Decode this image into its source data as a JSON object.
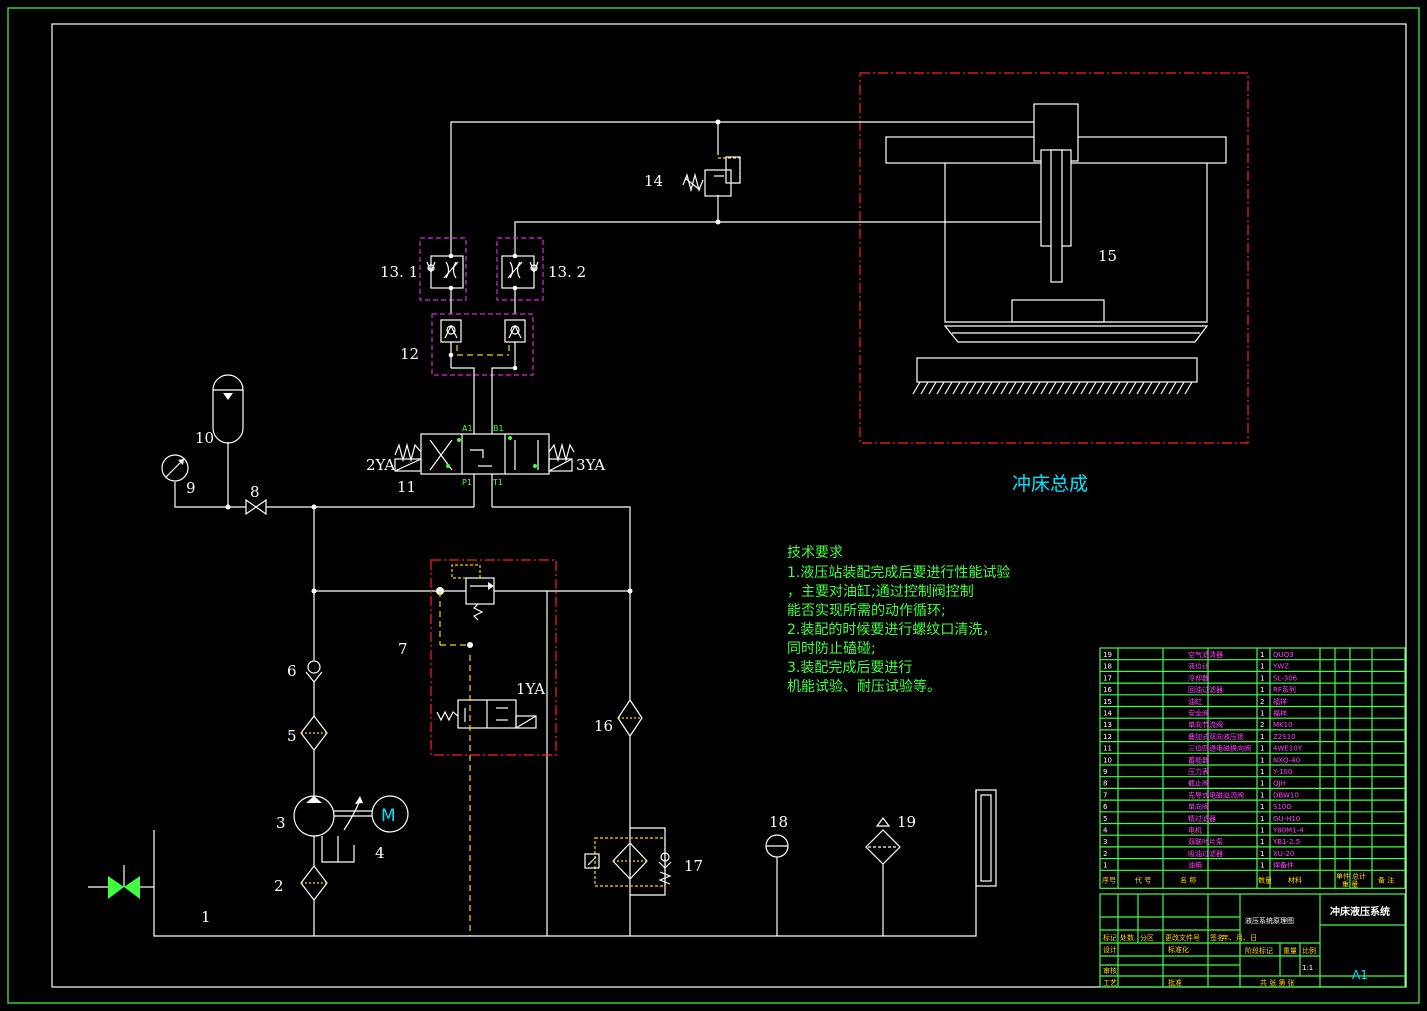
{
  "labels": {
    "c1": "1",
    "c2": "2",
    "c3": "3",
    "c4": "4",
    "c5": "5",
    "c6": "6",
    "c7": "7",
    "c8": "8",
    "c9": "9",
    "c10": "10",
    "c11": "11",
    "c12": "12",
    "c13_1": "13. 1",
    "c13_2": "13. 2",
    "c14": "14",
    "c15": "15",
    "c16": "16",
    "c17": "17",
    "c18": "18",
    "c19": "19",
    "ya1": "1YA",
    "ya2": "2YA",
    "ya3": "3YA",
    "portA": "A1",
    "portB": "B1",
    "portP": "P1",
    "portT": "T1",
    "motor": "M"
  },
  "press_title": "冲床总成",
  "tech": {
    "heading": "技术要求",
    "lines": [
      "1.液压站装配完成后要进行性能试验",
      "，主要对油缸;通过控制阀控制",
      "能否实现所需的动作循环;",
      "2.装配的时候要进行螺纹口清洗，",
      "同时防止磕碰;",
      "3.装配完成后要进行",
      "机能试验、耐压试验等。"
    ]
  },
  "bom": [
    {
      "no": "19",
      "name": "空气滤清器",
      "qty": "1",
      "model": "QUQ3"
    },
    {
      "no": "18",
      "name": "液位计",
      "qty": "1",
      "model": "YWZ"
    },
    {
      "no": "17",
      "name": "冷却器",
      "qty": "1",
      "model": "SL-306"
    },
    {
      "no": "16",
      "name": "回油过滤器",
      "qty": "1",
      "model": "RF系列"
    },
    {
      "no": "15",
      "name": "油缸",
      "qty": "2",
      "model": "福祥"
    },
    {
      "no": "14",
      "name": "安全阀",
      "qty": "1",
      "model": "福祥"
    },
    {
      "no": "13",
      "name": "单向节流阀",
      "qty": "2",
      "model": "MK10"
    },
    {
      "no": "12",
      "name": "叠加式双向液压锁",
      "qty": "1",
      "model": "Z2S10"
    },
    {
      "no": "11",
      "name": "三位四通电磁换向阀",
      "qty": "1",
      "model": "4WE10Y"
    },
    {
      "no": "10",
      "name": "蓄能器",
      "qty": "1",
      "model": "NXQ-40"
    },
    {
      "no": "9",
      "name": "压力表",
      "qty": "1",
      "model": "Y-100"
    },
    {
      "no": "8",
      "name": "截止阀",
      "qty": "1",
      "model": "QJH"
    },
    {
      "no": "7",
      "name": "先导式电磁溢流阀",
      "qty": "1",
      "model": "DBW10"
    },
    {
      "no": "6",
      "name": "单向阀",
      "qty": "1",
      "model": "S10G"
    },
    {
      "no": "5",
      "name": "精过滤器",
      "qty": "1",
      "model": "GU-H10"
    },
    {
      "no": "4",
      "name": "电机",
      "qty": "1",
      "model": "Y80M1-4"
    },
    {
      "no": "3",
      "name": "双联叶片泵",
      "qty": "1",
      "model": "YB1-2.5"
    },
    {
      "no": "2",
      "name": "吸油过滤器",
      "qty": "1",
      "model": "XU-20"
    },
    {
      "no": "1",
      "name": "油箱",
      "qty": "1",
      "model": "焊备件"
    }
  ],
  "bom_header": {
    "no": "序号",
    "code": "代 号",
    "name": "名 称",
    "qty": "数量",
    "material": "材料",
    "unit_weight": "单件",
    "total_weight": "总计",
    "weight": "重 量",
    "remark": "备 注"
  },
  "title_block": {
    "project": "冲床液压系统",
    "drawing": "液压系统原理图",
    "sheet_size": "A1",
    "scale": "1:1",
    "r1": [
      "标记",
      "处数",
      "分区",
      "更改文件号",
      "签名",
      "年、月、日"
    ],
    "r2": [
      "设计",
      "标准化"
    ],
    "r3": [
      "审核"
    ],
    "r4": [
      "工艺",
      "批准"
    ],
    "stage": [
      "阶段标记",
      "重量",
      "比例"
    ],
    "sheets": "共 张 第 张"
  },
  "colors": {
    "line": "#ffffff",
    "pilot": "#ffd700",
    "frame": "#40ff40",
    "boundary_red": "#ff2020",
    "boundary_magenta": "#e020e0",
    "title": "#00e5ff",
    "notes": "#40ff40"
  }
}
